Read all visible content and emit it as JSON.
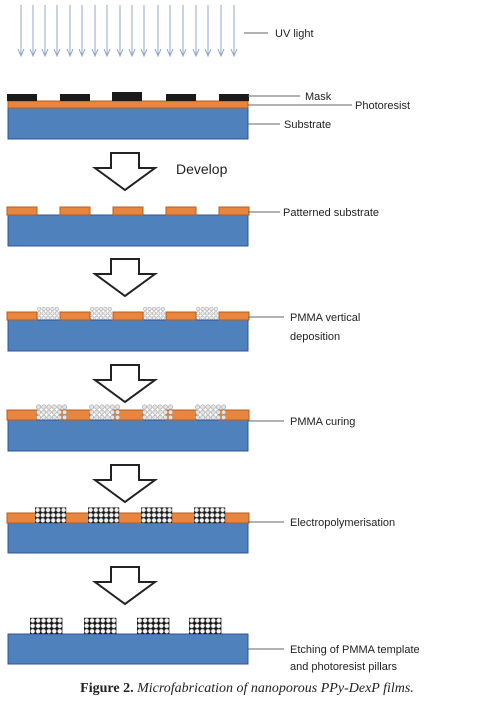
{
  "labels": {
    "uv_light": "UV light",
    "mask": "Mask",
    "photoresist": "Photoresist",
    "substrate": "Substrate",
    "develop": "Develop",
    "patterned_substrate": "Patterned substrate",
    "pmma_vertical_1": "PMMA vertical",
    "pmma_vertical_2": "deposition",
    "pmma_curing": "PMMA curing",
    "electropolymerisation": "Electropolymerisation",
    "etching_1": "Etching of PMMA template",
    "etching_2": "and photoresist pillars"
  },
  "caption": {
    "figure": "Figure 2.",
    "text": "Microfabrication of nanoporous PPy-DexP films."
  },
  "colors": {
    "substrate": "#4f81bd",
    "photoresist": "#e8853e",
    "mask": "#1a1a1a",
    "uv_arrow": "#8ea8c8"
  }
}
